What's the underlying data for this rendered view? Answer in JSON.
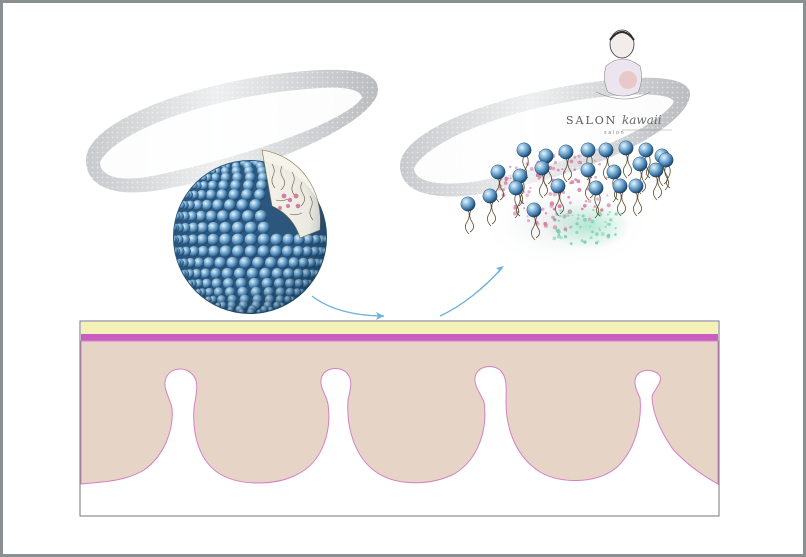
{
  "diagram": {
    "stages": [
      {
        "name": "intact-liposome",
        "label": ""
      },
      {
        "name": "opened-liposome",
        "label": ""
      }
    ],
    "layers": [
      {
        "name": "surface-layer",
        "color": "#f3f0b8"
      },
      {
        "name": "barrier-layer",
        "color": "#c95ec2"
      },
      {
        "name": "tissue-layer",
        "color": "#e6d5c6"
      }
    ]
  },
  "logo": {
    "brand": "SALON",
    "script": "kawaii",
    "sub": "s a l o n"
  },
  "colors": {
    "page": "#ffffff",
    "frame": "#8a8f92",
    "arrow": "#6fb1d8",
    "sphere": "#4e88b6",
    "band": "#d8d9db",
    "tail": "#5f5034",
    "cargo": "#d77fa6",
    "release": "#9fdcc6"
  }
}
